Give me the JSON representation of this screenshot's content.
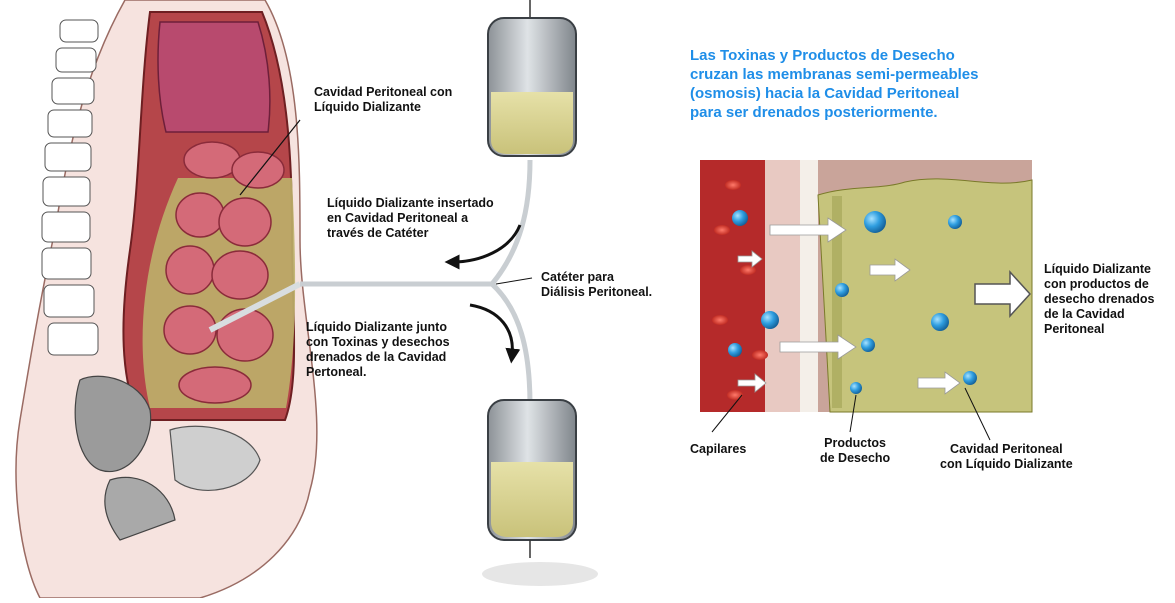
{
  "title": "Las Toxinas y  Productos de Desecho\ncruzan las membranas semi-permeables\n(osmosis) hacia la Cavidad Peritoneal\npara ser drenados posteriormente.",
  "labels": {
    "cavity": "Cavidad Peritoneal con\nLíquido Dializante",
    "inserted": "Líquido Dializante insertado\nen Cavidad Peritoneal a\ntravés de Catéter",
    "catheter": "Catéter para\nDiálisis Peritoneal.",
    "drained": "Líquido Dializante junto\ncon Toxinas y desechos\ndrenados de la Cavidad\nPertoneal.",
    "drained_fluid": "Líquido Dializante\ncon productos de\ndesecho drenados\nde la Cavidad\nPeritoneal",
    "capillaries": "Capilares",
    "waste": "Productos\nde Desecho",
    "cavity_fluid": "Cavidad Peritoneal\ncon Líquido Dializante"
  },
  "colors": {
    "title": "#1f8ee8",
    "blood": "#b52a2a",
    "fluid": "#d9d6a0",
    "toxin": "#2f9ee0",
    "tissue": "#c9a49a"
  }
}
